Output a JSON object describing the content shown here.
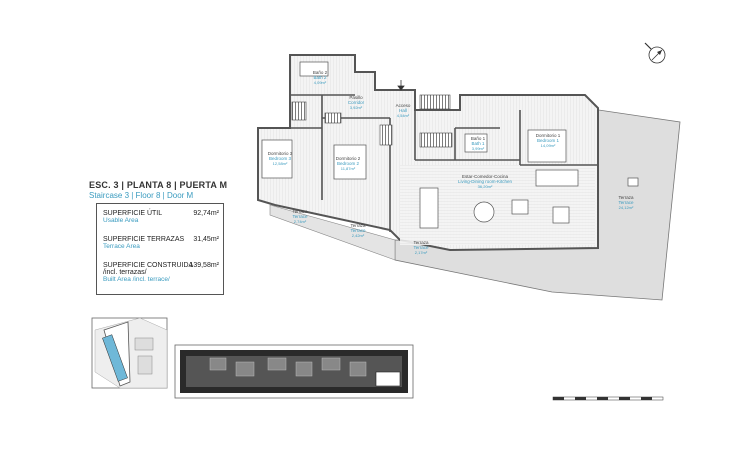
{
  "title": {
    "main": "ESC. 3 | PLANTA 8 | PUERTA M",
    "sub": "Staircase 3 | Floor 8 | Door M"
  },
  "areas": {
    "usable": {
      "label": "SUPERFICIE ÚTIL",
      "value": "92,74m²",
      "en": "Usable Area"
    },
    "terraces": {
      "label": "SUPERFICIE TERRAZAS",
      "value": "31,45m²",
      "en": "Terrace Area"
    },
    "built": {
      "label": "SUPERFICIE CONSTRUIDA",
      "value": "139,58m²",
      "line2": "/incl. terrazas/",
      "en": "Built Area /incl. terrace/"
    }
  },
  "rooms": [
    {
      "name": "Baño 2",
      "en": "Bath 2",
      "area": "4,09m²"
    },
    {
      "name": "Pasillo",
      "en": "Corridor",
      "area": "3,92m²"
    },
    {
      "name": "Acceso",
      "en": "Hall",
      "area": "4,54m²"
    },
    {
      "name": "Dormitorio 3",
      "en": "Bedroom 3",
      "area": "12,58m²"
    },
    {
      "name": "Dormitorio 2",
      "en": "Bedroom 2",
      "area": "11,87m²"
    },
    {
      "name": "Baño 1",
      "en": "Bath 1",
      "area": "3,99m²"
    },
    {
      "name": "Dormitorio 1",
      "en": "Bedroom 1",
      "area": "14,09m²"
    },
    {
      "name": "Estar-Comedor-Cocina",
      "en": "Living-Dining room-Kitchen",
      "area": "36,20m²"
    },
    {
      "name": "Terraza",
      "en": "Terrace",
      "area": "2,74m²"
    },
    {
      "name": "Terraza",
      "en": "Terrace",
      "area": "2,42m²"
    },
    {
      "name": "Terraza",
      "en": "Terrace",
      "area": "2,17m²"
    },
    {
      "name": "Terraza",
      "en": "Terrace",
      "area": "24,12m²"
    }
  ],
  "icons": {
    "compass": "north-arrow-icon",
    "entrance": "entrance-arrow-icon"
  },
  "colors": {
    "wall": "#555555",
    "floor_hatch": "#dddddd",
    "terrace": "#dedede",
    "accent_text": "#3a9bbf"
  }
}
